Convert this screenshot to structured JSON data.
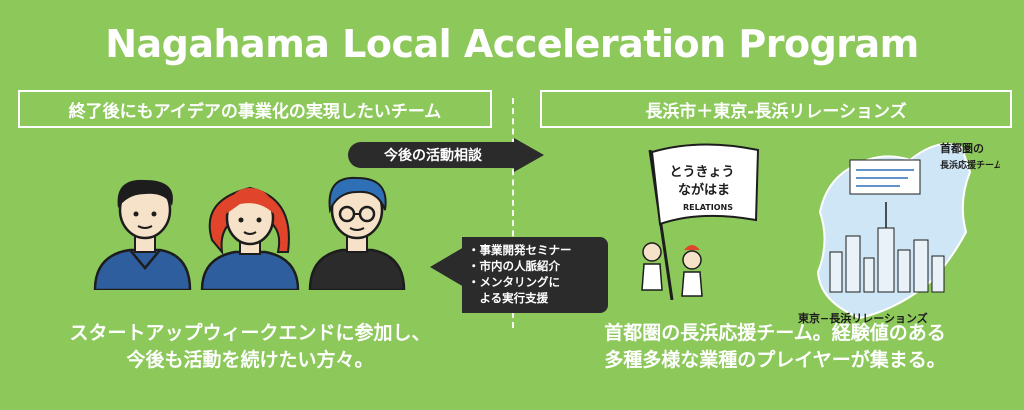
{
  "title": "Nagahama Local Acceleration Program",
  "left_box": "終了後にもアイデアの事業化の実現したいチーム",
  "right_box": "長浜市＋東京-長浜リレーションズ",
  "arrow_right_label": "今後の活動相談",
  "arrow_left_items": [
    "・事業開発セミナー",
    "・市内の人脈紹介",
    "・メンタリングに",
    "　よる実行支援"
  ],
  "bottom_left": [
    "スタートアップウィークエンドに参加し、",
    "今後も活動を続けたい方々。"
  ],
  "bottom_right": [
    "首都圏の長浜応援チーム。経験値のある",
    "多種多様な業種のプレイヤーが集まる。"
  ],
  "flag_text": [
    "とうきょう",
    "ながはま",
    "RELATIONS"
  ],
  "poster_text": [
    "首都圏の",
    "長浜応援チーム"
  ],
  "poster_caption": "東京−長浜リレーションズ",
  "colors": {
    "background": "#8dc85b",
    "arrow": "#2b2b2b",
    "shirt_blue": "#2e5e9e",
    "hair_red": "#e0442a",
    "hair_blue": "#2f6fb5"
  }
}
